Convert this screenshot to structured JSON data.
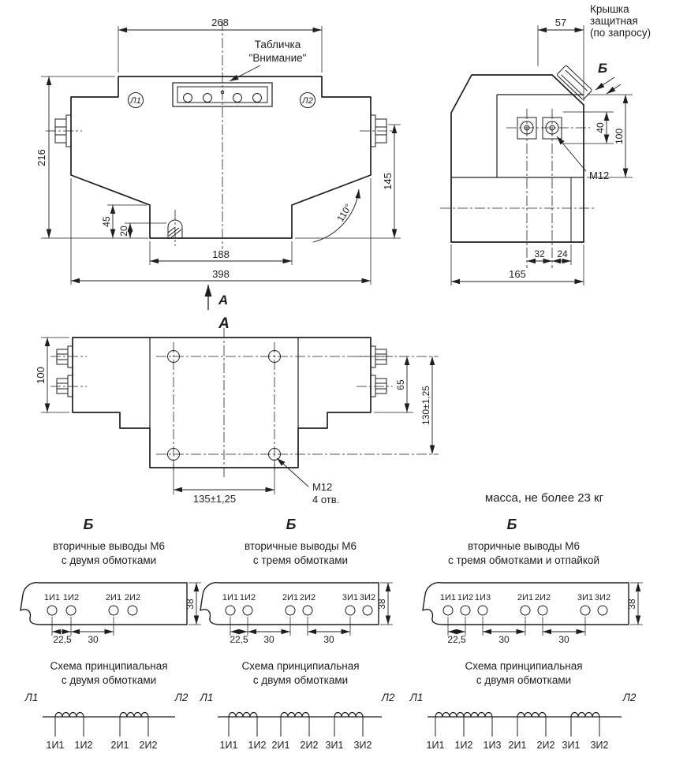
{
  "drawing": {
    "front_view": {
      "plate_label": [
        "Табличка",
        "\"Внимание\""
      ],
      "terminal_left": "Л1",
      "terminal_right": "Л2",
      "dim_top_width": "268",
      "dim_height": "216",
      "dim_right_height": "145",
      "dim_step": "45",
      "dim_bolt": "20",
      "dim_inner_width": "188",
      "dim_total_width": "398",
      "dim_angle": "110°",
      "view_arrow_label": "А"
    },
    "side_view": {
      "cover_note": [
        "Крышка",
        "защитная",
        "(по запросу)"
      ],
      "view_label": "Б",
      "dim_top": "57",
      "dim_bolt_height": "40",
      "dim_block_height": "100",
      "bolt_label": "М12",
      "dim_bolt_spacing": "32",
      "dim_edge": "24",
      "dim_depth": "165"
    },
    "bottom_view": {
      "view_label": "А",
      "dim_side_depth": "100",
      "dim_hole_edge": "65",
      "dim_hole_spacing_v": "130±1,25",
      "dim_hole_spacing_h": "135±1,25",
      "hole_label": [
        "М12",
        "4 отв."
      ]
    },
    "mass_note": "масса, не более 23 кг",
    "sections": [
      {
        "view_label": "Б",
        "title": [
          "вторичные выводы М6",
          "с двумя обмотками"
        ],
        "terminals": [
          "1И1",
          "1И2",
          "2И1",
          "2И2"
        ],
        "dim_height": "38",
        "dim_first": "22,5",
        "dim_second": "30",
        "schematic_title": [
          "Схема принципиальная",
          "с двумя обмотками"
        ],
        "primary_left": "Л1",
        "primary_right": "Л2",
        "schematic_terminals": [
          "1И1",
          "1И2",
          "2И1",
          "2И2"
        ]
      },
      {
        "view_label": "Б",
        "title": [
          "вторичные выводы М6",
          "с тремя обмотками"
        ],
        "terminals": [
          "1И1",
          "1И2",
          "2И1",
          "2И2",
          "3И1",
          "3И2"
        ],
        "dim_height": "38",
        "dim_first": "22,5",
        "dim_second": "30",
        "dim_third": "30",
        "schematic_title": [
          "Схема принципиальная",
          "с двумя обмотками"
        ],
        "primary_left": "Л1",
        "primary_right": "Л2",
        "schematic_terminals": [
          "1И1",
          "1И2",
          "2И1",
          "2И2",
          "3И1",
          "3И2"
        ]
      },
      {
        "view_label": "Б",
        "title": [
          "вторичные выводы М6",
          "с тремя обмотками и отпайкой"
        ],
        "terminals": [
          "1И1",
          "1И2",
          "1И3",
          "2И1",
          "2И2",
          "3И1",
          "3И2"
        ],
        "dim_height": "38",
        "dim_first": "22,5",
        "dim_second": "30",
        "dim_third": "30",
        "schematic_title": [
          "Схема принципиальная",
          "с двумя обмотками"
        ],
        "primary_left": "Л1",
        "primary_right": "Л2",
        "schematic_terminals": [
          "1И1",
          "1И2",
          "1И3",
          "2И1",
          "2И2",
          "3И1",
          "3И2"
        ]
      }
    ]
  },
  "colors": {
    "line": "#1e1e1e",
    "background": "#ffffff"
  }
}
